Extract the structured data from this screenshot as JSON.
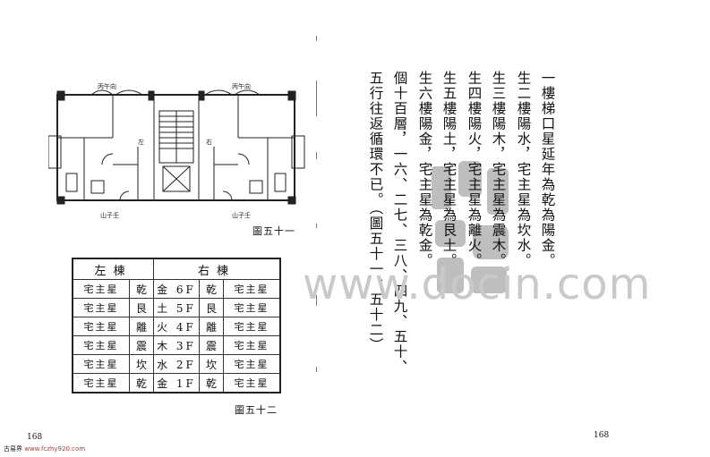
{
  "left_page": {
    "plan": {
      "labels": {
        "top_left": "丙午向",
        "top_right": "丙午向",
        "center_left": "左",
        "center_right": "右",
        "bottom_left": "山子壬",
        "bottom_right": "山子壬"
      }
    },
    "figure_51_caption": "圖五十一",
    "table": {
      "header_left": "左棟",
      "header_right": "右棟",
      "rows": [
        {
          "left_name": "宅主星",
          "left_gua": "乾",
          "middle": "金 6F",
          "right_gua": "乾",
          "right_name": "宅主星"
        },
        {
          "left_name": "宅主星",
          "left_gua": "艮",
          "middle": "土 5F",
          "right_gua": "艮",
          "right_name": "宅主星"
        },
        {
          "left_name": "宅主星",
          "left_gua": "離",
          "middle": "火 4F",
          "right_gua": "離",
          "right_name": "宅主星"
        },
        {
          "left_name": "宅主星",
          "left_gua": "震",
          "middle": "木 3F",
          "right_gua": "震",
          "right_name": "宅主星"
        },
        {
          "left_name": "宅主星",
          "left_gua": "坎",
          "middle": "水 2F",
          "right_gua": "坎",
          "right_name": "宅主星"
        },
        {
          "left_name": "宅主星",
          "left_gua": "乾",
          "middle": "金 1F",
          "right_gua": "乾",
          "right_name": "宅主星"
        }
      ]
    },
    "figure_52_caption": "圖五十二",
    "page_number": "168"
  },
  "right_page": {
    "columns": [
      "一樓梯口星延年為乾為陽金。",
      "生二樓陽水，宅主星為坎水。",
      "生三樓陽木，宅主星為震木。",
      "生四樓陽火，宅主星為離火。",
      "生五樓陽土，宅主星為艮土。",
      "生六樓陽金，宅主星為乾金。",
      "個十百層，一六、二七、三八、四九、五十、",
      "五行往返循環不已。（圖五十一、五十二）"
    ],
    "page_number": "168"
  },
  "watermark": "www.docin.com",
  "footer": {
    "site_name": "古易界",
    "site_url": "www.fczhy920.com"
  }
}
